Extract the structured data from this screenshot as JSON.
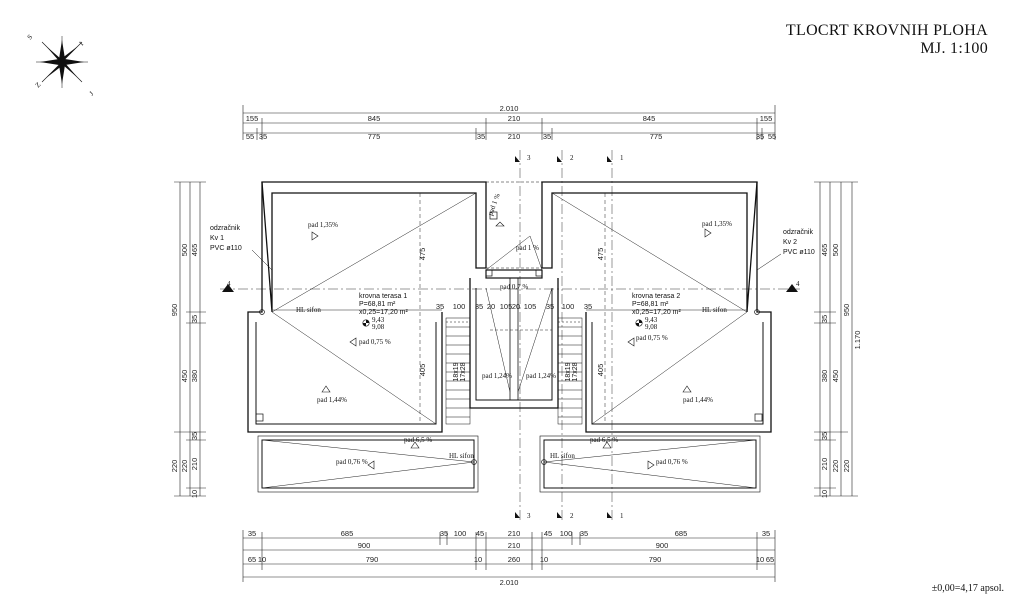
{
  "title": {
    "line1": "TLOCRT KROVNIH PLOHA",
    "line2": "MJ. 1:100"
  },
  "datum": "±0,00=4,17 apsol.",
  "compass": {
    "n": "S",
    "e": "I",
    "s": "J",
    "w": "Z"
  },
  "section_marks": {
    "a": "1",
    "b": "2",
    "c": "3",
    "d": "4"
  },
  "dims_top": {
    "r1": [
      "2.010"
    ],
    "r2": [
      "155",
      "845",
      "210",
      "845",
      "155"
    ],
    "r3": [
      "55",
      "35",
      "775",
      "35",
      "210",
      "35",
      "775",
      "35",
      "55"
    ]
  },
  "dims_bottom": {
    "r1": [
      "35",
      "685",
      "35",
      "100",
      "45",
      "210",
      "45",
      "100",
      "35",
      "685",
      "35"
    ],
    "r2": [
      "900",
      "210",
      "900"
    ],
    "r3": [
      "65",
      "10",
      "790",
      "10",
      "260",
      "10",
      "790",
      "10",
      "65"
    ],
    "r4": [
      "2.010"
    ]
  },
  "dims_left": {
    "outer": [
      "950",
      "220"
    ],
    "inner": [
      "500",
      "450",
      "220"
    ],
    "innermost": [
      "465",
      "35",
      "380",
      "35",
      "210",
      "10"
    ]
  },
  "dims_right": {
    "outer": [
      "1.170"
    ],
    "mid": [
      "950",
      "220"
    ],
    "inner": [
      "500",
      "450",
      "220"
    ],
    "innermost": [
      "465",
      "35",
      "380",
      "35",
      "210",
      "10"
    ]
  },
  "dims_inner": [
    "35",
    "100",
    "35",
    "20",
    "105",
    "20",
    "105",
    "35",
    "100",
    "35"
  ],
  "heights": [
    "475",
    "405",
    "475",
    "405"
  ],
  "left_unit": {
    "vent_label": [
      "odzračnik",
      "Kv 1",
      "PVC ø110"
    ],
    "terrace": [
      "krovna terasa 1",
      "P=68,81 m²",
      "x0,25=17,20 m²"
    ],
    "spot": [
      "9,43",
      "9,08"
    ],
    "slopes": [
      "pad 1,35%",
      "pad 0,75 %",
      "pad 1,44%",
      "pad 6,5 %",
      "pad 0,76 %",
      "pad 1,24%"
    ],
    "sifon_top": "HL sifon",
    "sifon_bottom": "HL sifon",
    "stair": [
      "18x19",
      "17x28"
    ]
  },
  "right_unit": {
    "vent_label": [
      "odzračnik",
      "Kv 2",
      "PVC ø110"
    ],
    "terrace": [
      "krovna terasa 2",
      "P=68,81 m²",
      "x0,25=17,20 m²"
    ],
    "spot": [
      "9,43",
      "9,08"
    ],
    "slopes": [
      "pad 1,35%",
      "pad 0,75 %",
      "pad 1,44%",
      "pad 6,5 %",
      "pad 0,76 %",
      "pad 1,24%"
    ],
    "sifon_top": "HL sifon",
    "sifon_bottom": "HL sifon",
    "stair": [
      "18x19",
      "17x28"
    ]
  },
  "center": {
    "slopes": [
      "pad 1 %",
      "pad 1 %",
      "pad 0,7 %"
    ]
  }
}
